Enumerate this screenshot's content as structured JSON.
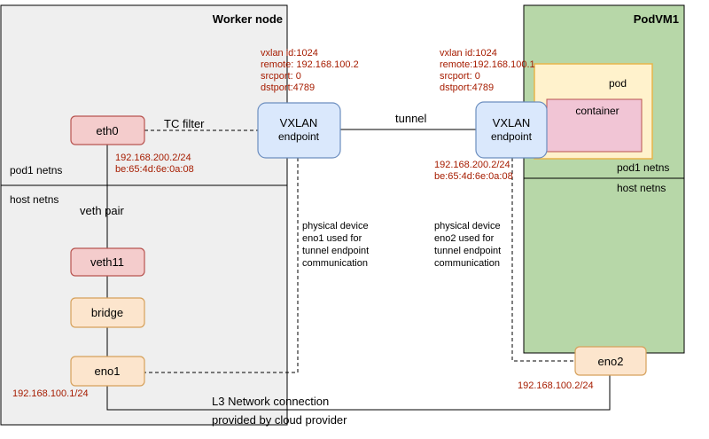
{
  "worker": {
    "title": "Worker node",
    "pod_netns": "pod1 netns",
    "host_netns": "host netns",
    "eth0": "eth0",
    "tc_filter": "TC filter",
    "eth0_ip": "192.168.200.2/24",
    "eth0_mac": "be:65:4d:6e:0a:08",
    "veth_pair": "veth pair",
    "veth11": "veth11",
    "bridge": "bridge",
    "eno1": "eno1",
    "eno1_ip": "192.168.100.1/24",
    "vxlan_label": "VXLAN",
    "vxlan_label2": "endpoint",
    "vxlan_cfg": [
      "vxlan id:1024",
      "remote: 192.168.100.2",
      "srcport: 0",
      "dstport:4789"
    ],
    "phys_note": [
      "physical device",
      "eno1  used for",
      "tunnel endpoint",
      "communication"
    ]
  },
  "podvm": {
    "title": "PodVM1",
    "pod": "pod",
    "container": "container",
    "pod_netns": "pod1 netns",
    "host_netns": "host netns",
    "vxlan_label": "VXLAN",
    "vxlan_label2": "endpoint",
    "vxlan_cfg": [
      "vxlan id:1024",
      "remote:192.168.100.1",
      "srcport: 0",
      "dstport:4789"
    ],
    "vxlan_ip": "192.168.200.2/24",
    "vxlan_mac": "be:65:4d:6e:0a:08",
    "eno2": "eno2",
    "eno2_ip": "192.168.100.2/24",
    "phys_note": [
      "physical device",
      "eno2  used for",
      "tunnel endpoint",
      "communication"
    ]
  },
  "tunnel": "tunnel",
  "l3": [
    "L3 Network connection",
    "provided by cloud provider"
  ],
  "colors": {
    "worker_bg": "#efefef",
    "podvm_bg": "#b7d7a8",
    "red_box": "#f4cccc",
    "red_border": "#b85450",
    "orange_box": "#fce5cd",
    "orange_border": "#d6a15b",
    "blue_box": "#dae8fc",
    "blue_border": "#6c8ebf",
    "pod_bg": "#fff2cc",
    "pod_border": "#e7b54b",
    "red_text": "#a61c00"
  }
}
